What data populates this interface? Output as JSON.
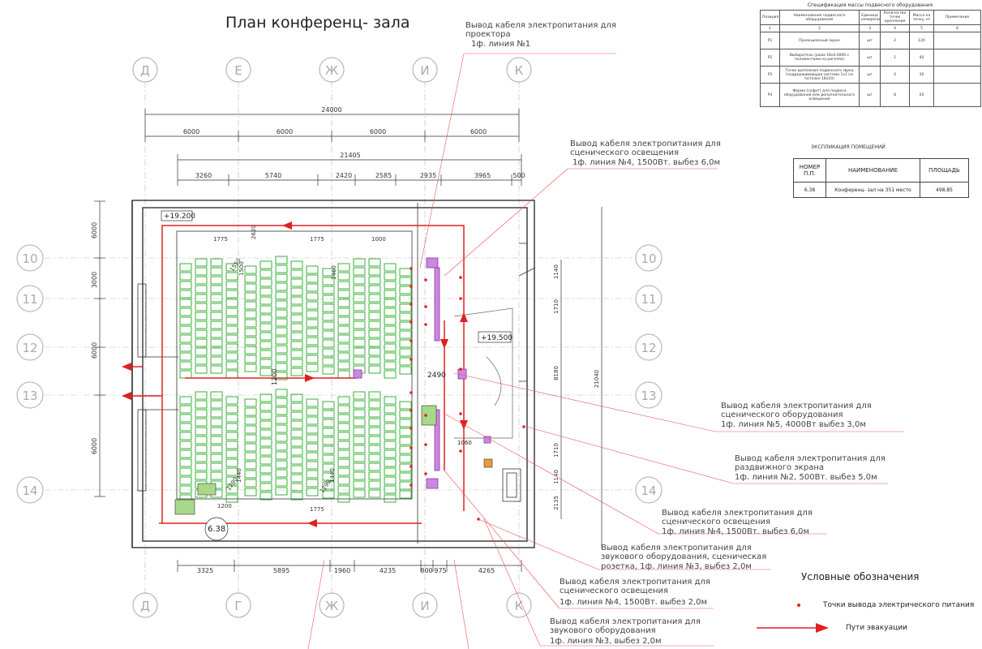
{
  "plan": {
    "title": "План конференц- зала",
    "hall_label": "6.38",
    "elev_top": "+19.200",
    "elev_stage": "+19.500",
    "label_2490": "2490",
    "label_1200": "1200",
    "label_1060": "1060",
    "label_8180": "8180",
    "label_21040": "21040"
  },
  "axes": {
    "top_letters": [
      "Д",
      "Е",
      "Ж",
      "И",
      "К"
    ],
    "bottom_letters": [
      "Д",
      "Г",
      "Ж",
      "И",
      "К"
    ],
    "rows": [
      "10",
      "11",
      "12",
      "13",
      "14"
    ]
  },
  "dimensions": {
    "overall_top": "24000",
    "top_spans": [
      "6000",
      "6000",
      "6000",
      "6000"
    ],
    "mid_overall": "21405",
    "mid_spans": [
      "3260",
      "5740",
      "2420",
      "2585",
      "2935",
      "3965",
      "500"
    ],
    "bottom_spans": [
      "3325",
      "5895",
      "1960",
      "4235",
      "800",
      "975",
      "4265"
    ],
    "left_spans": [
      "6000",
      "3000",
      "6000",
      "6000"
    ],
    "right_spans": [
      "1140",
      "1710",
      "1710",
      "1140",
      "2135"
    ],
    "seat_dims": [
      "1775",
      "1775",
      "1000",
      "1460",
      "1500",
      "1550",
      "1290",
      "1440",
      "1775",
      "1440",
      "1290",
      "1200",
      "2620"
    ]
  },
  "callouts": [
    {
      "line1": "Вывод кабеля электропитания для",
      "line2": "проектора",
      "line3": "1ф. линия №1"
    },
    {
      "line1": "Вывод кабеля электропитания для",
      "line2": "сценического освещения",
      "line3": "1ф. линия №4, 1500Вт. выбез 6,0м"
    },
    {
      "line1": "Вывод кабеля электропитания для",
      "line2": "сценического оборудования",
      "line3": "1ф. линия №5, 4000Вт выбез 3,0м"
    },
    {
      "line1": "Вывод кабеля электропитания для",
      "line2": "раздвижного экрана",
      "line3": "1ф. линия №2, 500Вт. выбез 5,0м"
    },
    {
      "line1": "Вывод кабеля электропитания для",
      "line2": "сценического освещения",
      "line3": "1ф. линия №4, 1500Вт. выбез 6,0м"
    },
    {
      "line1": "Вывод кабеля электропитания для",
      "line2": "звукового оборудования, сценическая",
      "line3": "розетка, 1ф. линия №3, выбез 2,0м"
    },
    {
      "line1": "Вывод кабеля электропитания для",
      "line2": "сценического освещения",
      "line3": "1ф. линия №4, 1500Вт. выбез 2,0м"
    },
    {
      "line1": "Вывод кабеля электропитания для",
      "line2": "звукового оборудования",
      "line3": "1ф. линия №3, выбез 2,0м"
    }
  ],
  "spec_table": {
    "title": "Спецификация массы подвесного оборудования",
    "headers": [
      "Позиция",
      "Наименование подвесного оборудования",
      "Единица измерения",
      "Количество точек крепления",
      "Масса на точку, кг",
      "Примечание"
    ],
    "index_row": [
      "1",
      "2",
      "3",
      "4",
      "5",
      "6"
    ],
    "rows": [
      [
        "Р1",
        "Проекционный экран",
        "шт",
        "2",
        "120",
        ""
      ],
      [
        "Р2",
        "Выбиратель (рама 18х4.0000 с поламентами на ригелях)",
        "шт",
        "1",
        "40",
        ""
      ],
      [
        "Р3",
        "Точка крепления подвесного звука (поддерживающая система 1х1 на потолке 18х10)",
        "шт",
        "4",
        "30",
        ""
      ],
      [
        "Р4",
        "Ферма (софит) для подвеса оборудования или дополнительного освещения",
        "шт",
        "8",
        "20",
        ""
      ]
    ]
  },
  "explication": {
    "title": "ЭКСПЛИКАЦИЯ ПОМЕЩЕНИЙ",
    "headers": [
      "НОМЕР П.П.",
      "НАИМЕНОВАНИЕ",
      "ПЛОЩАДЬ"
    ],
    "row": [
      "6.38",
      "Конференц- зал на 351 место",
      "498,85"
    ]
  },
  "legend": {
    "title": "Условные обозначения",
    "power_point": "Точки вывода электрического питания",
    "evac": "Пути эвакуации"
  },
  "colors": {
    "red": "#e02020",
    "seat": "#22aa22",
    "line": "#333333",
    "grid": "#aaaaaa",
    "equip": "#9933aa"
  }
}
